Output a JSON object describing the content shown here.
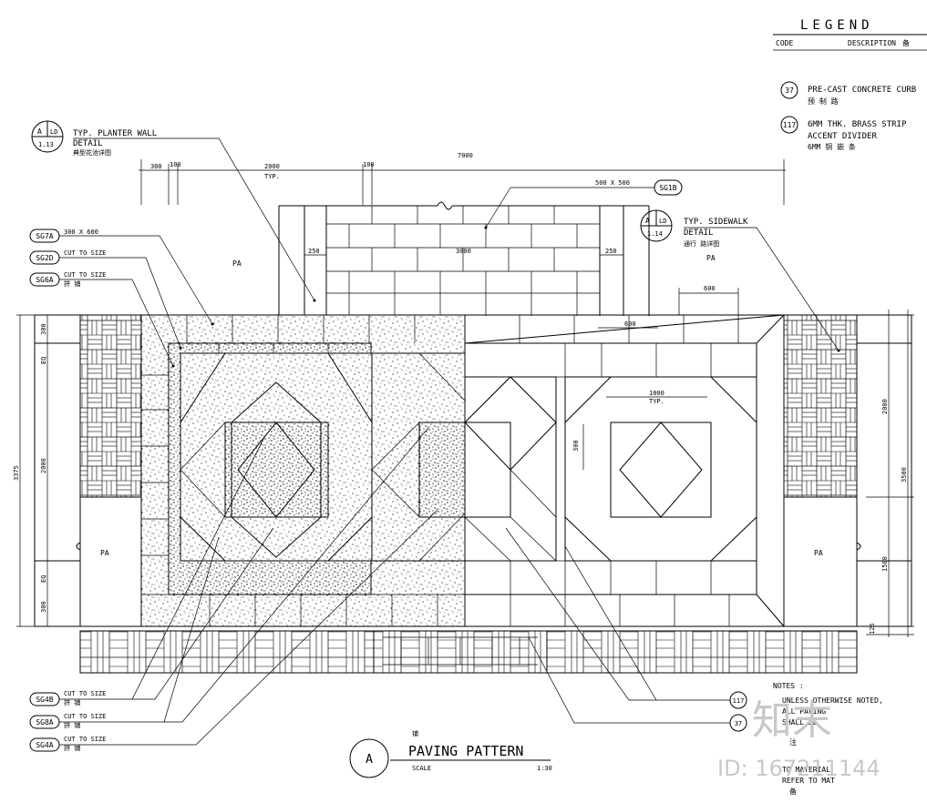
{
  "legend": {
    "title": "LEGEND",
    "col_code": "CODE",
    "col_desc": "DESCRIPTION",
    "col_x": "备",
    "items": [
      {
        "code": "37",
        "line1": "PRE-CAST CONCRETE CURB",
        "line2": "预 制 路"
      },
      {
        "code": "117",
        "line1": "6MM THK. BRASS STRIP",
        "line2": "ACCENT DIVIDER",
        "line3": "6MM 铜 嵌 条"
      }
    ]
  },
  "callouts": {
    "planter": {
      "id": "A",
      "ref": "LD",
      "sheet": "1.13",
      "title": "TYP. PLANTER WALL",
      "sub": "DETAIL",
      "cn": "典型花池详图"
    },
    "sidewalk": {
      "id": "A",
      "ref": "LD",
      "sheet": "1.14",
      "title": "TYP. SIDEWALK",
      "sub": "DETAIL",
      "cn": "通行 路详图"
    }
  },
  "tags": {
    "sg7a": "SG7A",
    "sg2d": "SG2D",
    "sg6a": "SG6A",
    "sg1b": "SG1B",
    "sg4b": "SG4B",
    "sg8a": "SG8A",
    "sg4a": "SG4A",
    "c117": "117",
    "c37": "37"
  },
  "labels": {
    "size_300x600": "300 X 600",
    "cut1": "CUT TO SIZE",
    "cut2": "CUT TO SIZE",
    "cn_sg6a": "拼 铺",
    "size_500x500": "500 X 500",
    "cut_sg4b": "CUT TO SIZE",
    "cn_sg4b": "拼 铺",
    "cut_sg8a": "CUT TO SIZE",
    "cn_sg8a": "拼 铺",
    "cut_sg4a": "CUT TO SIZE",
    "cn_sg4a": "拼 铺",
    "pa": "PA",
    "typ": "TYP."
  },
  "dims": {
    "d300": "300",
    "d100a": "100",
    "d2000": "2000",
    "d100b": "100",
    "d7000": "7000",
    "d250a": "250",
    "d3000": "3000",
    "d250b": "250",
    "d600a": "600",
    "d600b": "600",
    "d1000": "1000",
    "d300v": "300",
    "l300a": "300",
    "lEQa": "EQ",
    "l2000": "2000",
    "lEQb": "EQ",
    "l300b": "300",
    "l3375": "3375",
    "r2000": "2000",
    "r3500": "3500",
    "r1500": "1500",
    "r125": "125"
  },
  "notes": {
    "title": "NOTES :",
    "line1": "UNLESS OTHERWISE NOTED,",
    "line2": "ALL PAVING",
    "line3": "SHALL BE",
    "line4": "TO MATERIAL",
    "line5": "REFER TO MAT",
    "cn": "注",
    "cn2": "备"
  },
  "title_block": {
    "id": "A",
    "title": "PAVING PATTERN",
    "cn": "铺",
    "scale_label": "SCALE",
    "scale_value": "1:30"
  },
  "watermark": {
    "brand": "知末",
    "id": "ID: 167211144"
  }
}
